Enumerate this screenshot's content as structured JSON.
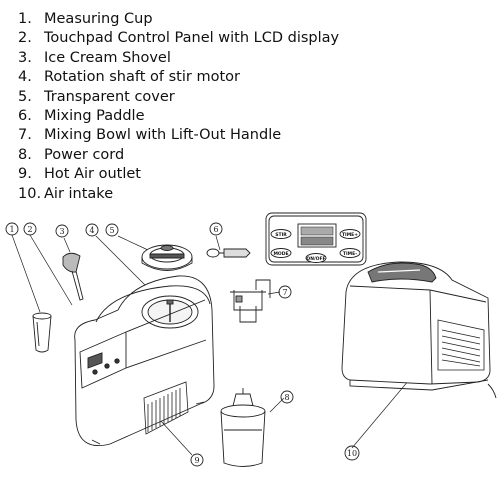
{
  "legend": [
    {
      "num": "1.",
      "label": "Measuring Cup"
    },
    {
      "num": "2.",
      "label": "Touchpad Control Panel with LCD display"
    },
    {
      "num": "3.",
      "label": "Ice Cream Shovel"
    },
    {
      "num": "4.",
      "label": "Rotation shaft of stir motor"
    },
    {
      "num": "5.",
      "label": "Transparent cover"
    },
    {
      "num": "6.",
      "label": "Mixing Paddle"
    },
    {
      "num": "7.",
      "label": "Mixing Bowl with Lift-Out Handle"
    },
    {
      "num": "8.",
      "label": "Power cord"
    },
    {
      "num": "9.",
      "label": "Hot Air outlet"
    },
    {
      "num": "10.",
      "label": "Air intake"
    }
  ],
  "callouts": {
    "c1": "1",
    "c2": "2",
    "c3": "3",
    "c4": "4",
    "c5": "5",
    "c6": "6",
    "c7": "7",
    "c8": "8",
    "c9": "9",
    "c10": "10"
  },
  "control_panel": {
    "stir": "STIR",
    "time_plus": "TIME+",
    "mode": "MODE",
    "time_minus": "TIME-",
    "on_off": "ON/OFF"
  }
}
